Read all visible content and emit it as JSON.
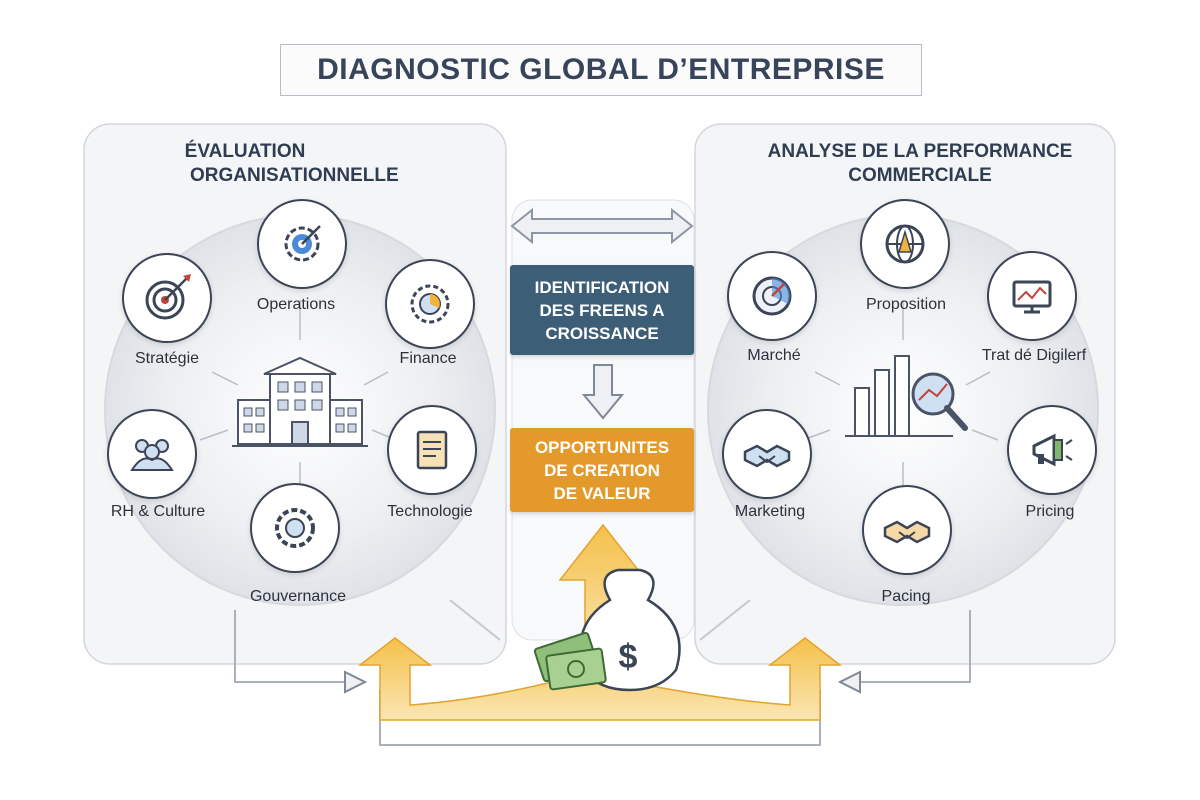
{
  "title": "DIAGNOSTIC GLOBAL D’ENTREPRISE",
  "left_panel": {
    "title_lines": [
      "ÉVALUATION",
      "ORGANISATIONNELLE"
    ],
    "nodes": [
      {
        "label": "Operations",
        "icon": "gear-target-icon"
      },
      {
        "label": "Stratégie",
        "icon": "target-icon"
      },
      {
        "label": "Finance",
        "icon": "gear-chart-icon"
      },
      {
        "label": "RH & Culture",
        "icon": "people-icon"
      },
      {
        "label": "Technologie",
        "icon": "document-icon"
      },
      {
        "label": "Gouvernance",
        "icon": "gear-icon"
      }
    ],
    "center_icon": "building-icon"
  },
  "right_panel": {
    "title_lines": [
      "ANALYSE DE LA PERFORMANCE",
      "COMMERCIALE"
    ],
    "nodes": [
      {
        "label": "Proposition",
        "icon": "globe-icon"
      },
      {
        "label": "Marché",
        "icon": "compass-icon"
      },
      {
        "label": "Trat dé Digilerf",
        "icon": "monitor-icon"
      },
      {
        "label": "Marketing",
        "icon": "handshake-icon"
      },
      {
        "label": "Pricing",
        "icon": "megaphone-icon"
      },
      {
        "label": "Pacing",
        "icon": "handshake-icon"
      }
    ],
    "center_icon": "bar-chart-magnifier-icon"
  },
  "center": {
    "box_top_lines": [
      "IDENTIFICATION",
      "DES FREENS A",
      "CROISSANCE"
    ],
    "box_bottom_lines": [
      "OPPORTUNITES",
      "DE CREATION",
      "DE VALEUR"
    ],
    "money_icon": "money-bag-icon"
  },
  "colors": {
    "blue_box": "#3d5e77",
    "orange_box": "#e49a2a",
    "gold_arrow": "#f0b43c",
    "panel_bg": "#f3f4f6",
    "circle_bg": "#e6e8ec",
    "arrow_grey": "#9aa3b2"
  }
}
